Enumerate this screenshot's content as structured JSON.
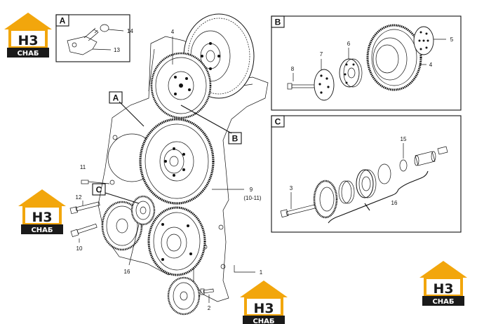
{
  "logo": {
    "top": "H3",
    "bottom": "СНАБ",
    "colors": {
      "orange": "#f2a60c",
      "dark": "#1a1a1a",
      "white": "#ffffff"
    }
  },
  "callouts": [
    "A",
    "B",
    "C"
  ],
  "panel_a": {
    "letter": "A",
    "parts": [
      "14",
      "13"
    ]
  },
  "panel_b": {
    "letter": "B",
    "parts": [
      "8",
      "7",
      "6",
      "5",
      "4"
    ]
  },
  "panel_c": {
    "letter": "C",
    "parts": [
      "15",
      "3",
      "16"
    ]
  },
  "main_parts": {
    "p4": "4",
    "p11": "11",
    "p12": "12",
    "p10": "10",
    "p9": "9",
    "p9ref": "(10-11)",
    "p16": "16",
    "p1": "1",
    "p2": "2"
  }
}
